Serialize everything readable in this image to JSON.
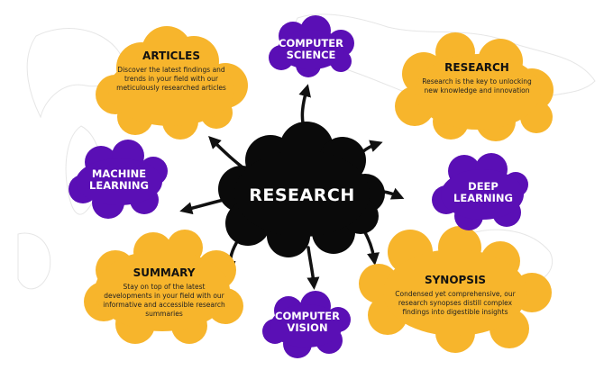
{
  "center": {
    "title": "RESEARCH"
  },
  "nodes": {
    "articles": {
      "title": "ARTICLES",
      "description": "Discover the latest findings and trends in your field with our meticulously researched articles"
    },
    "research": {
      "title": "RESEARCH",
      "description": "Research is the key to unlocking new knowledge and innovation"
    },
    "summary": {
      "title": "SUMMARY",
      "description": "Stay on top of the latest developments in your field with our informative and accessible research summaries"
    },
    "synopsis": {
      "title": "SYNOPSIS",
      "description": "Condensed yet comprehensive, our research synopses distill complex findings into digestible insights"
    },
    "computer_science": {
      "line1": "COMPUTER",
      "line2": "SCIENCE"
    },
    "machine_learning": {
      "line1": "MACHINE",
      "line2": "LEARNING"
    },
    "deep_learning": {
      "line1": "DEEP",
      "line2": "LEARNING"
    },
    "computer_vision": {
      "line1": "COMPUTER",
      "line2": "VISION"
    }
  },
  "colors": {
    "yellow": "#F7B52C",
    "purple": "#5A0FB5",
    "center": "#0A0A0A",
    "background": "#FFFFFF"
  }
}
